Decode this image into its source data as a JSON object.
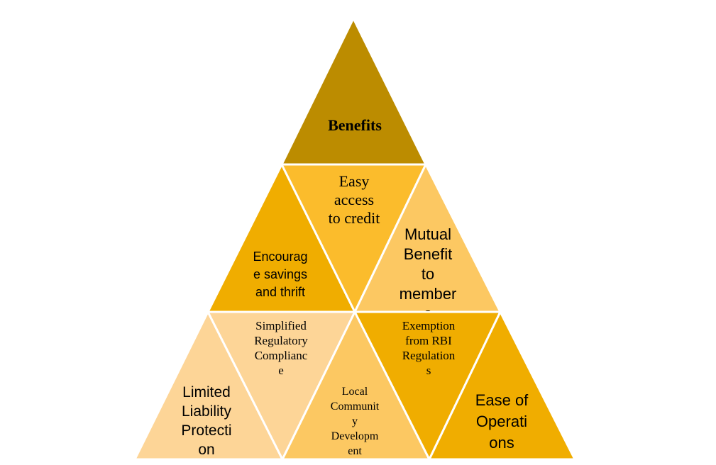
{
  "colors": {
    "apex": "#bc8c00",
    "gold": "#f0ad00",
    "amber": "#fbbc2c",
    "light_gold": "#fcc862",
    "pale": "#fdd597",
    "border": "#ffffff"
  },
  "triangles": {
    "apex": {
      "label": "Benefits"
    },
    "encourage_savings": {
      "label": "Encourag\ne savings\nand thrift"
    },
    "easy_access": {
      "label": "Easy\naccess\nto credit"
    },
    "mutual_benefit": {
      "label": "Mutual\nBenefit\nto\nmember\ns"
    },
    "limited_liability": {
      "label": "Limited\nLiability\nProtecti\non"
    },
    "simplified_compliance": {
      "label": "Simplified\nRegulatory\nComplianc\ne"
    },
    "local_community": {
      "label": "Local\nCommunit\ny\nDevelopm\nent"
    },
    "rbi_exemption": {
      "label": "Exemption\nfrom RBI\nRegulation\ns"
    },
    "ease_of_operations": {
      "label": "Ease of\nOperati\nons"
    }
  }
}
